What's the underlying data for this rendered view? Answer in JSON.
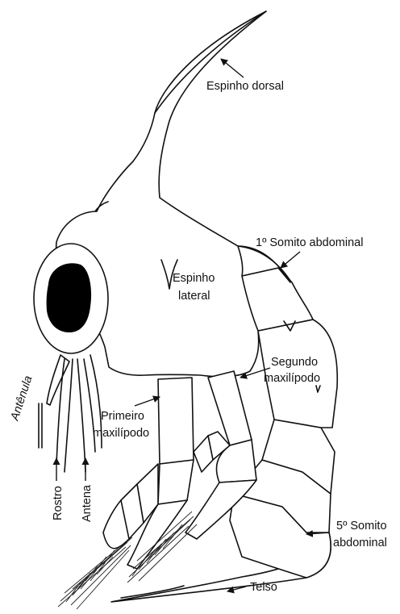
{
  "diagram": {
    "labels": {
      "espinho_dorsal": "Espinho dorsal",
      "somito1": "1º Somito abdominal",
      "espinho_lateral_1": "Espinho",
      "espinho_lateral_2": "lateral",
      "segundo_1": "Segundo",
      "segundo_2": "maxilípodo",
      "primeiro_1": "Primeiro",
      "primeiro_2": "maxilípodo",
      "antenula": "Antênula",
      "rostro": "Rostro",
      "antena": "Antena",
      "somito5_1": "5º Somito",
      "somito5_2": "abdominal",
      "telso": "Telso"
    },
    "colors": {
      "line": "#111111",
      "eye": "#000000",
      "background": "#ffffff"
    }
  }
}
